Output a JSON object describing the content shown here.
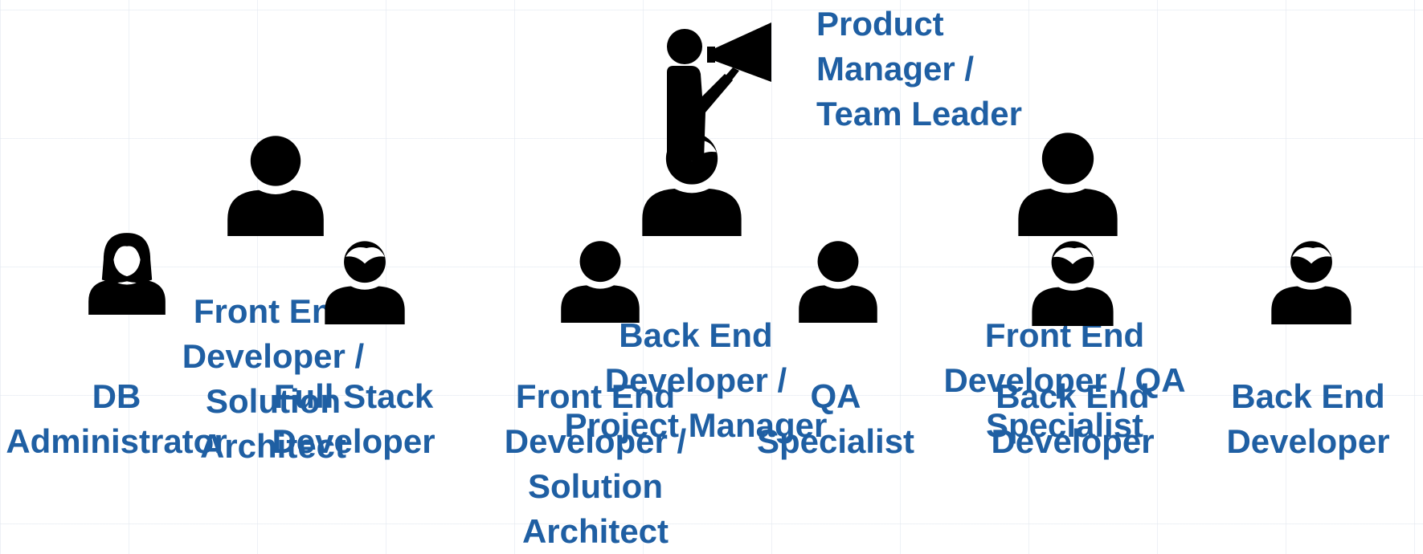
{
  "accent_color": "#1f5fa3",
  "icon_color": "#000000",
  "team": [
    {
      "role": "DB Administrator",
      "icon": "person-female-icon"
    },
    {
      "role": "Front End Developer / Solution Architect",
      "icon": "person-icon"
    },
    {
      "role": "Full Stack Developer",
      "icon": "person-male-icon"
    },
    {
      "role": "Front End Developer / Solution Architect",
      "icon": "person-icon"
    },
    {
      "role": "Back End Developer / Project Manager",
      "icon": "person-male-icon"
    },
    {
      "role": "Product Manager / Team Leader",
      "icon": "person-megaphone-icon"
    },
    {
      "role": "QA Specialist",
      "icon": "person-icon"
    },
    {
      "role": "Front End Developer / QA Specialist",
      "icon": "person-icon"
    },
    {
      "role": "Back End Developer",
      "icon": "person-male-icon"
    },
    {
      "role": "Back End Developer",
      "icon": "person-male-icon"
    }
  ]
}
